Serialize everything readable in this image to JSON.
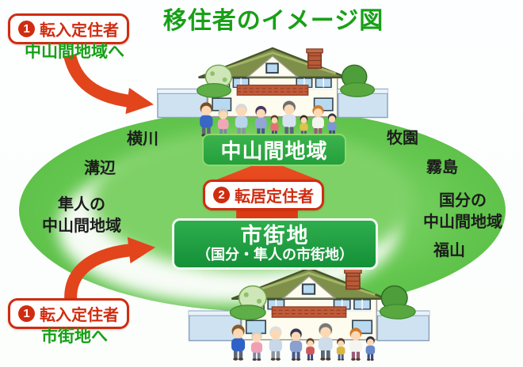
{
  "title": "移住者のイメージ図",
  "badges": {
    "top_left": {
      "number": "1",
      "label": "転入定住者",
      "destination": "中山間地域へ"
    },
    "bottom_left": {
      "number": "1",
      "label": "転入定住者",
      "destination": "市街地へ"
    },
    "center": {
      "number": "2",
      "label": "転居定住者"
    }
  },
  "areas": {
    "rural_label": "中山間地域",
    "urban_label": "市街地",
    "urban_sublabel": "（国分・隼人の市街地）"
  },
  "places": {
    "yokogawa": "横川",
    "mizobe": "溝辺",
    "hayato": "隼人の\n中山間地域",
    "makizono": "牧園",
    "kirishima": "霧島",
    "kokubu": "国分の\n中山間地域",
    "fukuyama": "福山"
  },
  "colors": {
    "title_green": "#17a017",
    "badge_red": "#d02c10",
    "arrow_red": "#e2441c",
    "oval_green": "#6cc95a",
    "rural_label_green": "#2da644",
    "city_box_green": "#1f9e40"
  }
}
